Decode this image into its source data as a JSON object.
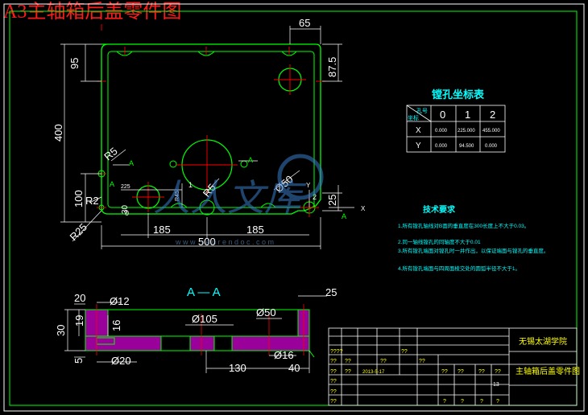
{
  "title": "A3主轴箱后盖零件图",
  "colors": {
    "background": "#000000",
    "outline": "#00ff00",
    "dimension": "#ffffff",
    "centerline": "#ff0000",
    "cyan_text": "#00ffff",
    "hatch": "#b000b0",
    "yellow_text": "#ffff00"
  },
  "plan_view": {
    "dims": [
      "65",
      "95",
      "87.5",
      "400",
      "R5",
      "100",
      "225",
      "R45",
      "R5",
      "Ø50",
      "25",
      "R2",
      "R25",
      "185",
      "185",
      "500",
      "30"
    ],
    "axis_labels": [
      "A",
      "A",
      "A",
      "A",
      "X",
      "Y",
      "0",
      "1",
      "2"
    ]
  },
  "coord_table": {
    "title": "镗孔坐标表",
    "corner_top": "孔号",
    "corner_bottom": "坐标",
    "headers": [
      "0",
      "1",
      "2"
    ],
    "rows": [
      {
        "label": "X",
        "values": [
          "0.000",
          "225.000",
          "455.000"
        ]
      },
      {
        "label": "Y",
        "values": [
          "0.000",
          "94.500",
          "0.000"
        ]
      }
    ]
  },
  "notes": {
    "title": "技术要求",
    "items": [
      "1.所有镗孔轴线对B面的垂直度在300长度上不大于0.03。",
      "2.同一轴线镗孔的同轴度不大于0.01",
      "3.所有镗孔端面对镗孔时一并作出，以保证端面与镗孔的垂直度。",
      "4.所有镗孔端面与四周面棱交处的圆弧半径不大于1。"
    ]
  },
  "section_view": {
    "label": "A — A",
    "dims": [
      "20",
      "Ø12",
      "25",
      "30",
      "19",
      "16",
      "Ø105",
      "Ø50",
      "5",
      "Ø20",
      "Ø16",
      "130",
      "40"
    ]
  },
  "watermark": {
    "text1": "人人文库",
    "url": "w w w . r e n r e n d o c . c o m"
  },
  "title_block": {
    "school": "无锡太湖学院",
    "part_name": "主轴箱后盖零件图",
    "date": "2013-5-17",
    "sheet": "13",
    "q_marks": [
      "????",
      "??",
      "??",
      "??",
      "??",
      "??",
      "??",
      "??",
      "??",
      "??",
      "??",
      "??",
      "??",
      "??",
      "??",
      "?",
      "?",
      "?",
      "?"
    ],
    "misc": [
      "??",
      "??",
      "??",
      "??",
      "??",
      "??",
      "??",
      "??",
      "??"
    ]
  }
}
